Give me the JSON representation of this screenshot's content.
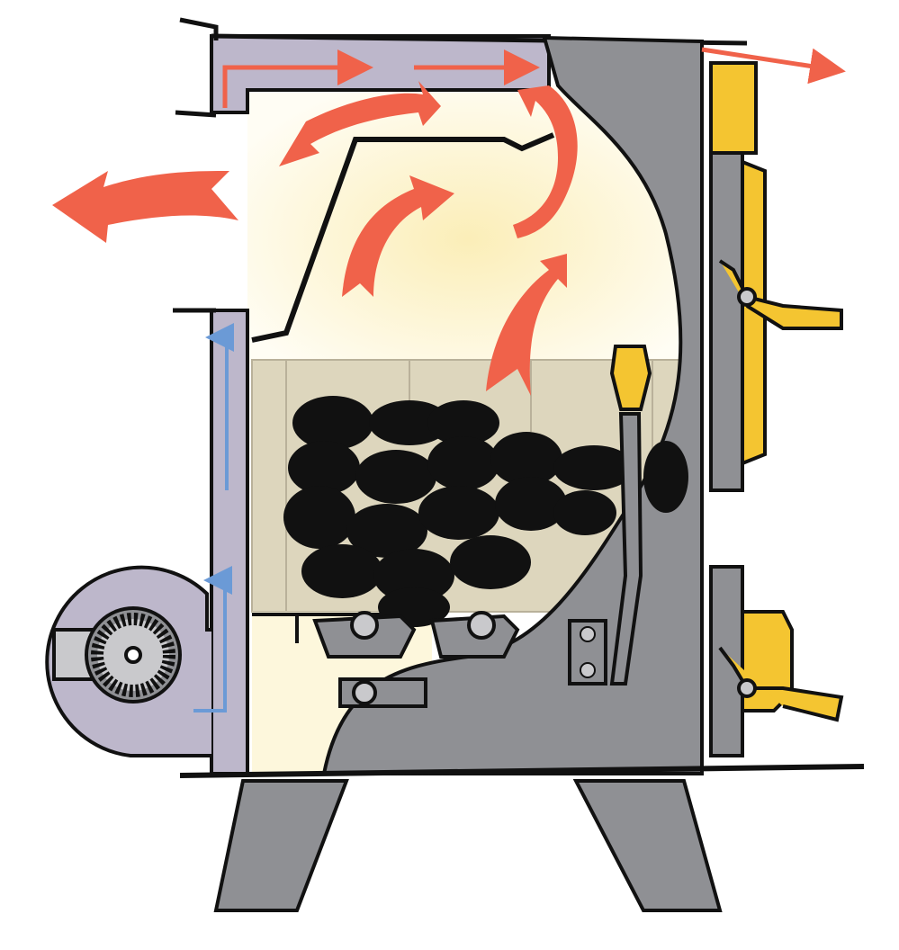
{
  "colors": {
    "steel": "#8f9094",
    "duct": "#bdb7cb",
    "glow": "#fbf3d2",
    "firebrick": "#ddd6bd",
    "ash_area": "#fdf7dc",
    "coal": "#111111",
    "heat_arrow": "#f0624a",
    "air_arrow": "#6b9ad6",
    "brass": "#f4c531",
    "outline": "#111111"
  },
  "icons": [
    "stove-body",
    "heat-flow-arrows",
    "coal-bed",
    "blower-fan",
    "door-handle",
    "shaker-lever",
    "stove-legs"
  ]
}
